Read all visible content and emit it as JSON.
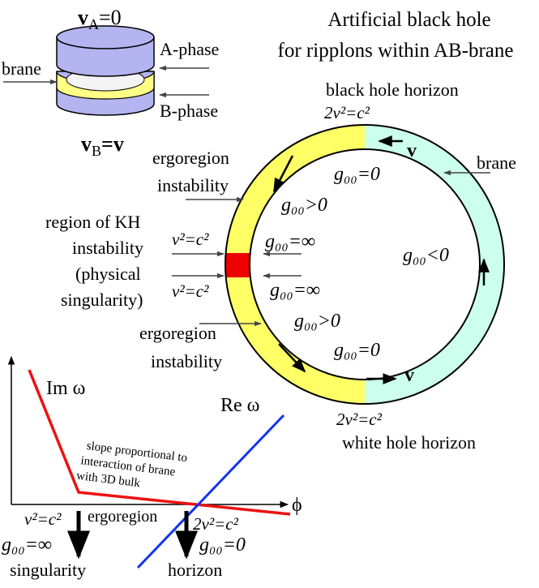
{
  "title": {
    "line1": "Artificial black hole",
    "line2": "for ripplons within AB-brane"
  },
  "inset": {
    "vA": "v",
    "vA_sub": "A",
    "vA_eq": "=0",
    "vB": "v",
    "vB_sub": "B",
    "vB_eq": "=v",
    "brane": "brane",
    "a_phase": "A-phase",
    "b_phase": "B-phase"
  },
  "ring": {
    "black_hole_horizon": "black hole horizon",
    "white_hole_horizon": "white hole horizon",
    "horizon_top_cond": "2v²=c²",
    "horizon_bottom_cond": "2v²=c²",
    "brane": "brane",
    "v_top": "v",
    "v_bottom": "v",
    "g_top_zero": "g₀₀=0",
    "g_top_pos": "g₀₀>0",
    "g_inf_top": "g₀₀=∞",
    "g_inf_bottom": "g₀₀=∞",
    "g_bottom_pos": "g₀₀>0",
    "g_bottom_zero": "g₀₀=0",
    "g_neg": "g₀₀<0",
    "ergo_top_1": "ergoregion",
    "ergo_top_2": "instability",
    "ergo_bottom_1": "ergoregion",
    "ergo_bottom_2": "instability",
    "kh_1": "region of KH",
    "kh_2": "instability",
    "kh_3": "(physical",
    "kh_4": "singularity)",
    "v2c2_top": "v²=c²",
    "v2c2_bottom": "v²=c²"
  },
  "graph": {
    "im_label": "Im ω",
    "re_label": "Re ω",
    "phi_label": "ϕ",
    "slope_1": "slope proportional to",
    "slope_2": "interaction of brane",
    "slope_3": "with 3D bulk",
    "v2c2": "v²=c²",
    "ergoregion": "ergoregion",
    "two_v2c2": "2v²=c²",
    "g_inf": "g₀₀=∞",
    "g_zero": "g₀₀=0",
    "singularity": "singularity",
    "horizon": "horizon"
  },
  "colors": {
    "disk_lavender": "#b4b4f0",
    "brane_yellow": "#ffff88",
    "ergo_yellow": "#ffff66",
    "mint": "#ccffee",
    "kh_red": "#ee0000",
    "im_red": "#ee1111",
    "re_blue": "#1133ee"
  }
}
